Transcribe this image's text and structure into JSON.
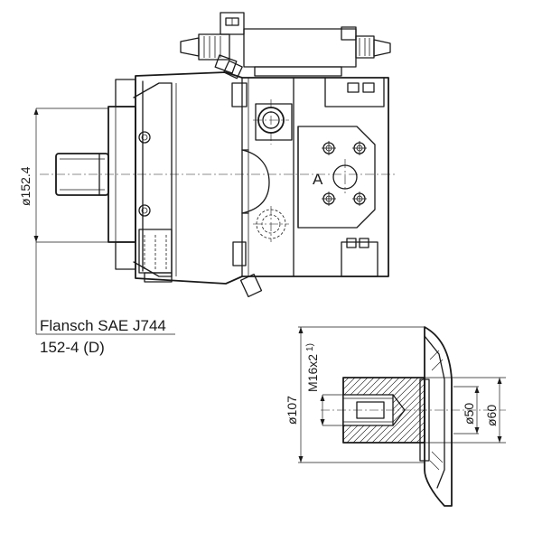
{
  "drawing": {
    "port_label": "A",
    "flange_note_line1": "Flansch SAE J744",
    "flange_note_line2": "152-4 (D)",
    "dimensions": {
      "pilot_diameter": "ø152.4",
      "outer_diameter": "ø107",
      "thread": "M16x2",
      "thread_footnote": "1)",
      "shaft_diameter_1": "ø50",
      "shaft_diameter_2": "ø60"
    }
  }
}
